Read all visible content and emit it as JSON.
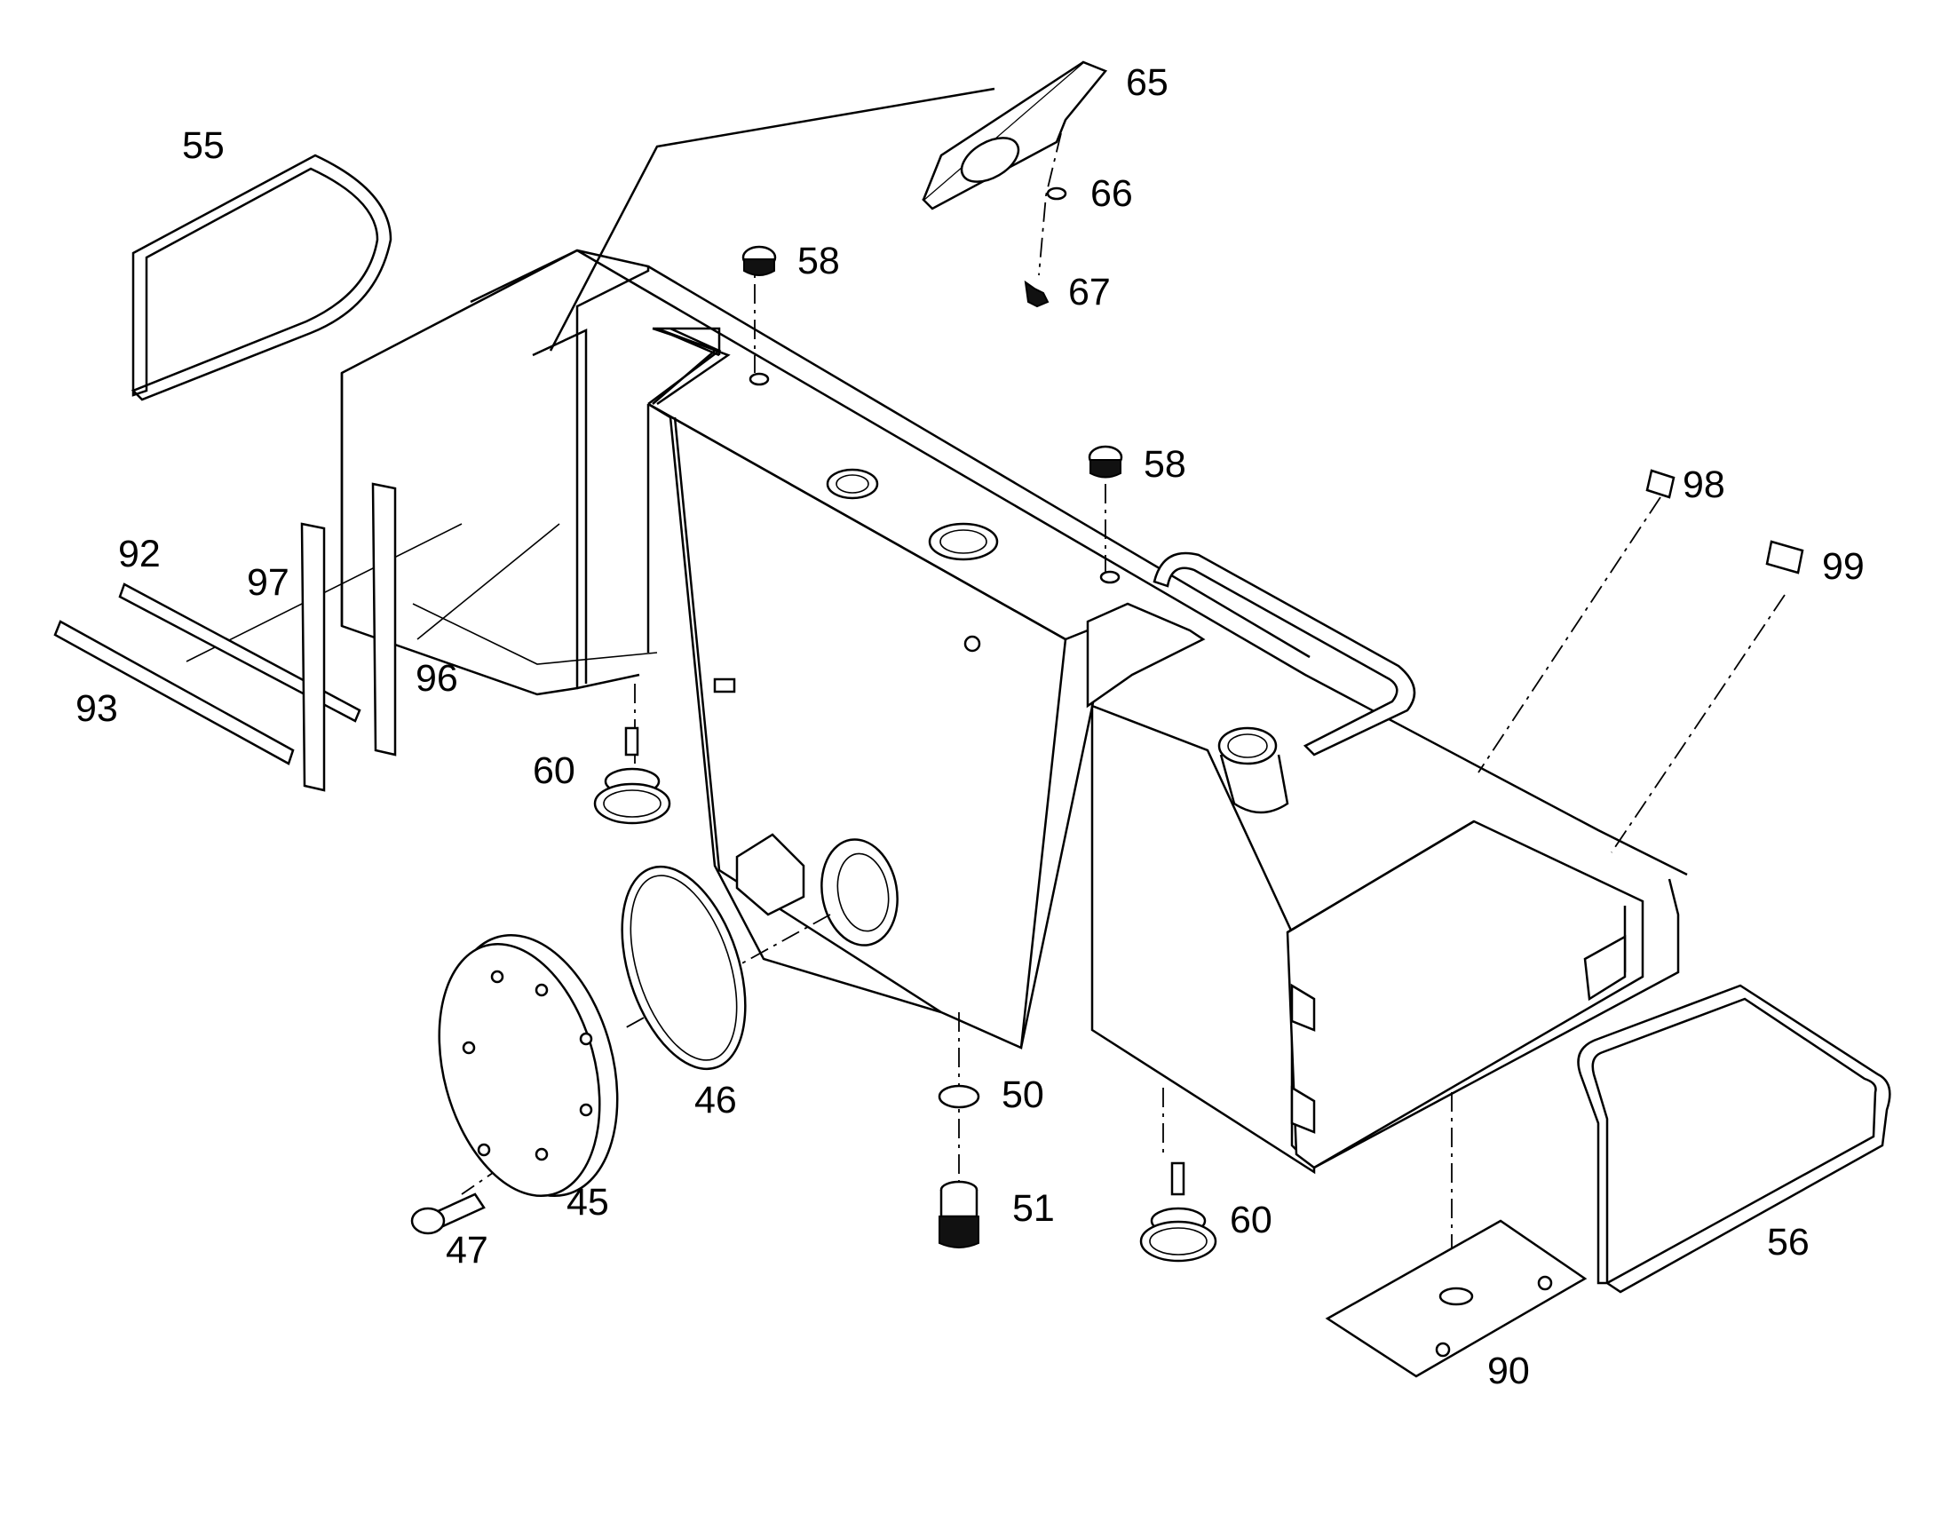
{
  "callouts": {
    "c55": "55",
    "c65": "65",
    "c66": "66",
    "c67": "67",
    "c58a": "58",
    "c58b": "58",
    "c98": "98",
    "c99": "99",
    "c92": "92",
    "c97": "97",
    "c93": "93",
    "c96": "96",
    "c60a": "60",
    "c60b": "60",
    "c46": "46",
    "c45": "45",
    "c47": "47",
    "c50": "50",
    "c51": "51",
    "c90": "90",
    "c56": "56"
  }
}
